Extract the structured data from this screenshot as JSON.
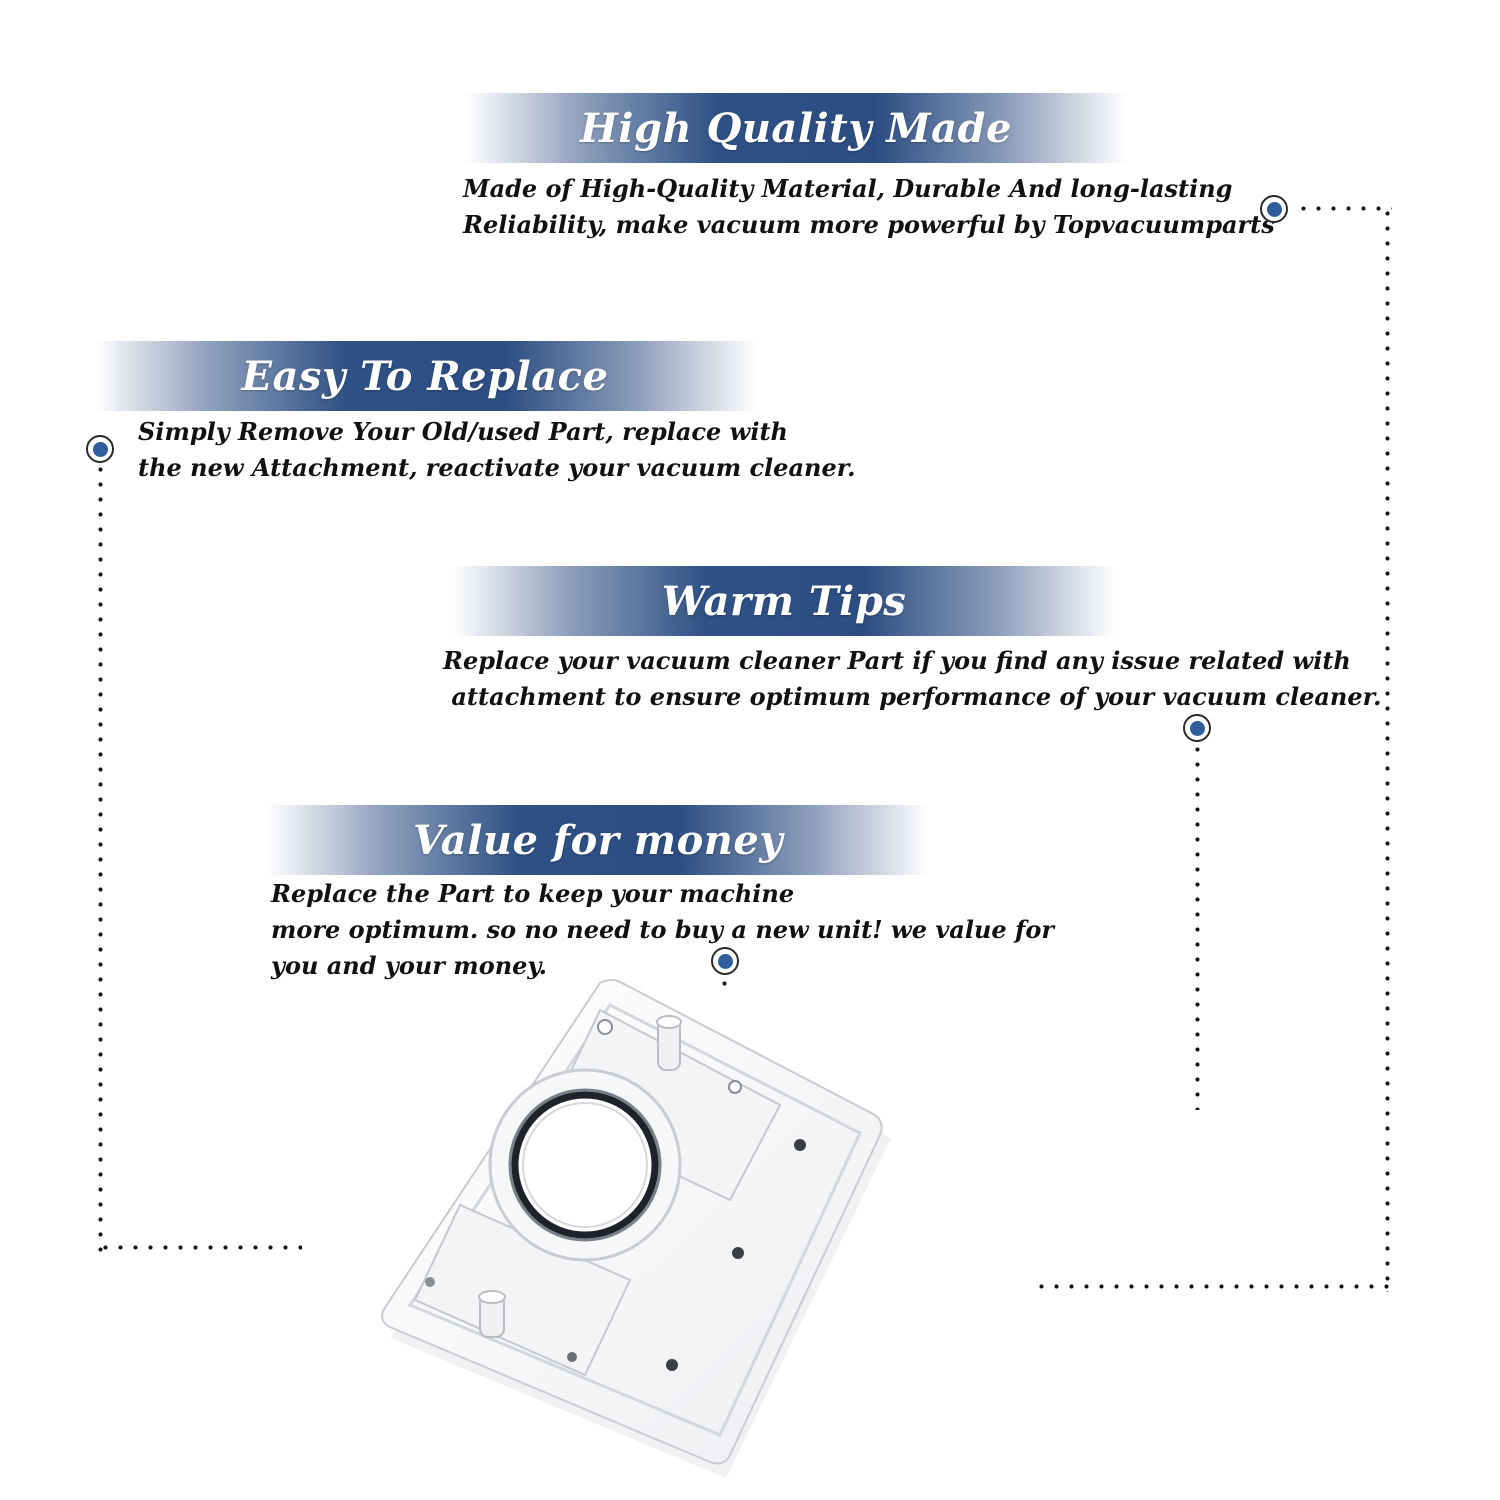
{
  "sections": [
    {
      "title": "High Quality Made",
      "lines": [
        "Made of  High-Quality Material, Durable And long-lasting",
        "Reliability, make vacuum more powerful by Topvacuumparts"
      ]
    },
    {
      "title": "Easy To Replace",
      "lines": [
        "Simply Remove Your Old/used Part, replace with",
        "the new Attachment, reactivate your vacuum cleaner."
      ]
    },
    {
      "title": "Warm Tips",
      "lines": [
        "Replace your vacuum cleaner Part if you find any issue related with",
        " attachment to ensure optimum performance of your vacuum cleaner."
      ]
    },
    {
      "title": "Value for money",
      "lines": [
        "Replace the Part to keep your machine",
        "more optimum. so no need to buy a new unit! we value for",
        "you and your money."
      ]
    }
  ],
  "colors": {
    "banner": "#2c4d82",
    "marker": "#2f5c9b",
    "text": "#111111"
  },
  "icons": {
    "marker": "circle-marker-icon",
    "product": "vacuum-inlet-mounting-plate-image"
  }
}
